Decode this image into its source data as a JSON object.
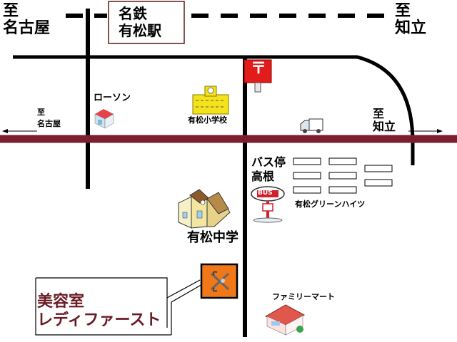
{
  "directions": {
    "top_left": [
      "至",
      "名古屋"
    ],
    "top_right": [
      "至",
      "知立"
    ],
    "mid_left": [
      "至",
      "名古屋"
    ],
    "mid_right": [
      "至",
      "知立"
    ]
  },
  "station": [
    "名鉄",
    "有松駅"
  ],
  "landmarks": {
    "lawson": "ローソン",
    "elementary_school": "有松小学校",
    "bus_stop": [
      "バス停",
      "高根"
    ],
    "bus_sign": "BUS",
    "green_heights": "有松グリーンハイツ",
    "junior_high": "有松中学",
    "family_mart": "ファミリーマート",
    "post_symbol": "〒"
  },
  "salon": [
    "美容室",
    "レディファースト"
  ],
  "colors": {
    "main_road": "#7b1f2e",
    "roads": "#000000",
    "post_box": "#e21b1b",
    "salon_box": "#f07818",
    "school": "#f4e21a",
    "salon_text": "#6a1a24"
  },
  "icons": [
    "post-box-icon",
    "convenience-store-icon",
    "school-building-icon",
    "truck-icon",
    "bus-sign-icon",
    "junior-high-building-icon",
    "scissors-icon",
    "shop-icon"
  ]
}
